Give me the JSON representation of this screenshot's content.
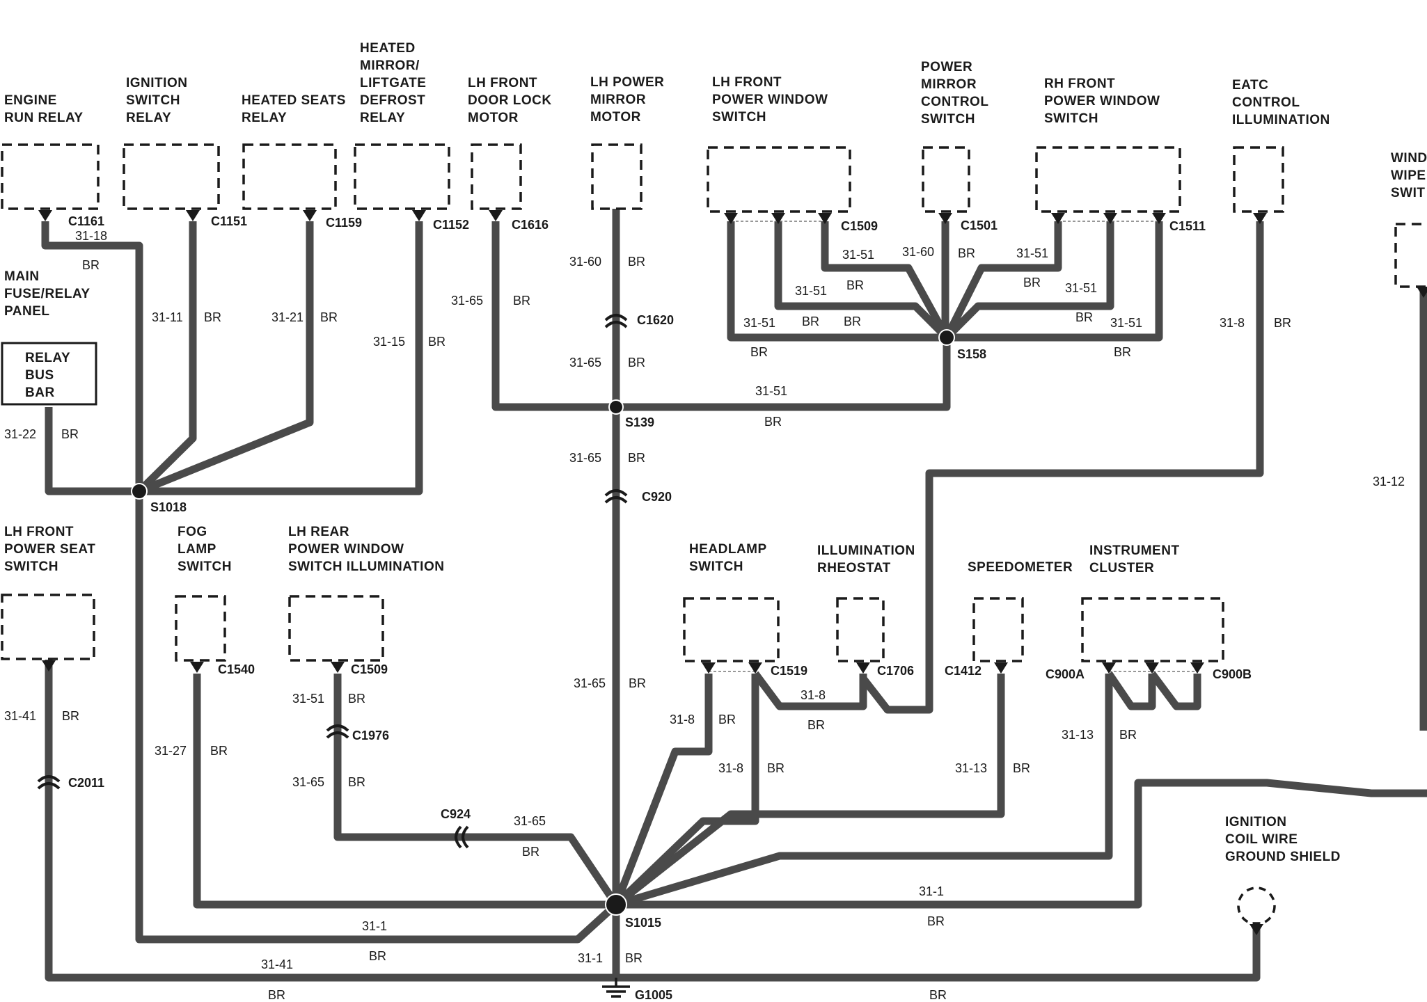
{
  "components": [
    {
      "id": "engine-run-relay",
      "lines": [
        "ENGINE",
        "RUN RELAY"
      ]
    },
    {
      "id": "ignition-switch-relay",
      "lines": [
        "IGNITION",
        "SWITCH",
        "RELAY"
      ]
    },
    {
      "id": "heated-seats-relay",
      "lines": [
        "HEATED SEATS",
        "RELAY"
      ]
    },
    {
      "id": "heated-mirror-relay",
      "lines": [
        "HEATED",
        "MIRROR/",
        "LIFTGATE",
        "DEFROST",
        "RELAY"
      ]
    },
    {
      "id": "lh-front-door-lock-motor",
      "lines": [
        "LH FRONT",
        "DOOR LOCK",
        "MOTOR"
      ]
    },
    {
      "id": "lh-power-mirror-motor",
      "lines": [
        "LH POWER",
        "MIRROR",
        "MOTOR"
      ]
    },
    {
      "id": "lh-front-power-window-switch",
      "lines": [
        "LH FRONT",
        "POWER WINDOW",
        "SWITCH"
      ]
    },
    {
      "id": "power-mirror-control-switch",
      "lines": [
        "POWER",
        "MIRROR",
        "CONTROL",
        "SWITCH"
      ]
    },
    {
      "id": "rh-front-power-window-switch",
      "lines": [
        "RH FRONT",
        "POWER WINDOW",
        "SWITCH"
      ]
    },
    {
      "id": "eatc-control-illumination",
      "lines": [
        "EATC",
        "CONTROL",
        "ILLUMINATION"
      ]
    },
    {
      "id": "windshield-wiper-switch",
      "lines": [
        "WIND",
        "WIPE",
        "SWIT"
      ]
    },
    {
      "id": "main-fuse-relay-panel",
      "lines": [
        "MAIN",
        "FUSE/RELAY",
        "PANEL"
      ]
    },
    {
      "id": "relay-bus-bar",
      "lines": [
        "RELAY",
        "BUS",
        "BAR"
      ]
    },
    {
      "id": "lh-front-power-seat-switch",
      "lines": [
        "LH FRONT",
        "POWER SEAT",
        "SWITCH"
      ]
    },
    {
      "id": "fog-lamp-switch",
      "lines": [
        "FOG",
        "LAMP",
        "SWITCH"
      ]
    },
    {
      "id": "lh-rear-power-window-switch-illumination",
      "lines": [
        "LH REAR",
        "POWER WINDOW",
        "SWITCH ILLUMINATION"
      ]
    },
    {
      "id": "headlamp-switch",
      "lines": [
        "HEADLAMP",
        "SWITCH"
      ]
    },
    {
      "id": "illumination-rheostat",
      "lines": [
        "ILLUMINATION",
        "RHEOSTAT"
      ]
    },
    {
      "id": "speedometer",
      "lines": [
        "SPEEDOMETER"
      ]
    },
    {
      "id": "instrument-cluster",
      "lines": [
        "INSTRUMENT",
        "CLUSTER"
      ]
    },
    {
      "id": "ignition-coil-wire-ground-shield",
      "lines": [
        "IGNITION",
        "COIL WIRE",
        "GROUND SHIELD"
      ]
    }
  ],
  "connectors": [
    "C1161",
    "C1151",
    "C1159",
    "C1152",
    "C1616",
    "C1620",
    "C1509",
    "C1501",
    "C1511",
    "C920",
    "C1540",
    "C1509",
    "C1976",
    "C924",
    "C2011",
    "C1519",
    "C1706",
    "C1412",
    "C900A",
    "C900B"
  ],
  "splices": [
    "S1018",
    "S139",
    "S158",
    "S1015"
  ],
  "ground": "G1005",
  "circuits": {
    "c31_1": "31-1",
    "c31_8": "31-8",
    "c31_11": "31-11",
    "c31_12": "31-12",
    "c31_13": "31-13",
    "c31_15": "31-15",
    "c31_18": "31-18",
    "c31_21": "31-21",
    "c31_22": "31-22",
    "c31_27": "31-27",
    "c31_41": "31-41",
    "c31_51": "31-51",
    "c31_60": "31-60",
    "c31_65": "31-65"
  },
  "wire_color": "BR",
  "colors": {
    "wire": "#4a4a4a",
    "ink": "#1a1a1a",
    "background": "#ffffff"
  }
}
